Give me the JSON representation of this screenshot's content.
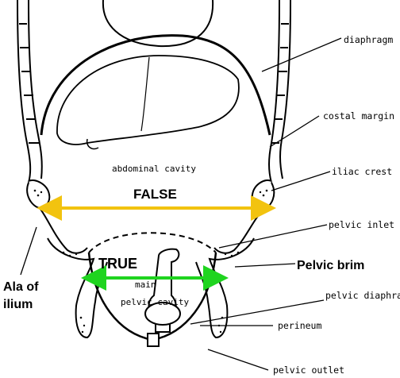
{
  "diagram": {
    "labels": {
      "diaphragm": "diaphragm",
      "costal_margin": "costal margin",
      "iliac_crest": "iliac crest",
      "pelvic_inlet": "pelvic inlet",
      "pelvic_brim": "Pelvic brim",
      "pelvic_diaphragm": "pelvic diaphragm",
      "perineum": "perineum",
      "pelvic_outlet": "pelvic outlet",
      "abdominal_cavity": "abdominal cavity",
      "main_pelvic_cavity_line1": "main",
      "main_pelvic_cavity_line2": "pelvic cavity",
      "ala_of_ilium_line1": "Ala of",
      "ala_of_ilium_line2": "ilium"
    },
    "arrows": {
      "false_label": "FALSE",
      "true_label": "TRUE"
    },
    "colors": {
      "false_arrow": "#f2c30f",
      "true_arrow": "#1fd41f",
      "outline": "#000000"
    }
  }
}
